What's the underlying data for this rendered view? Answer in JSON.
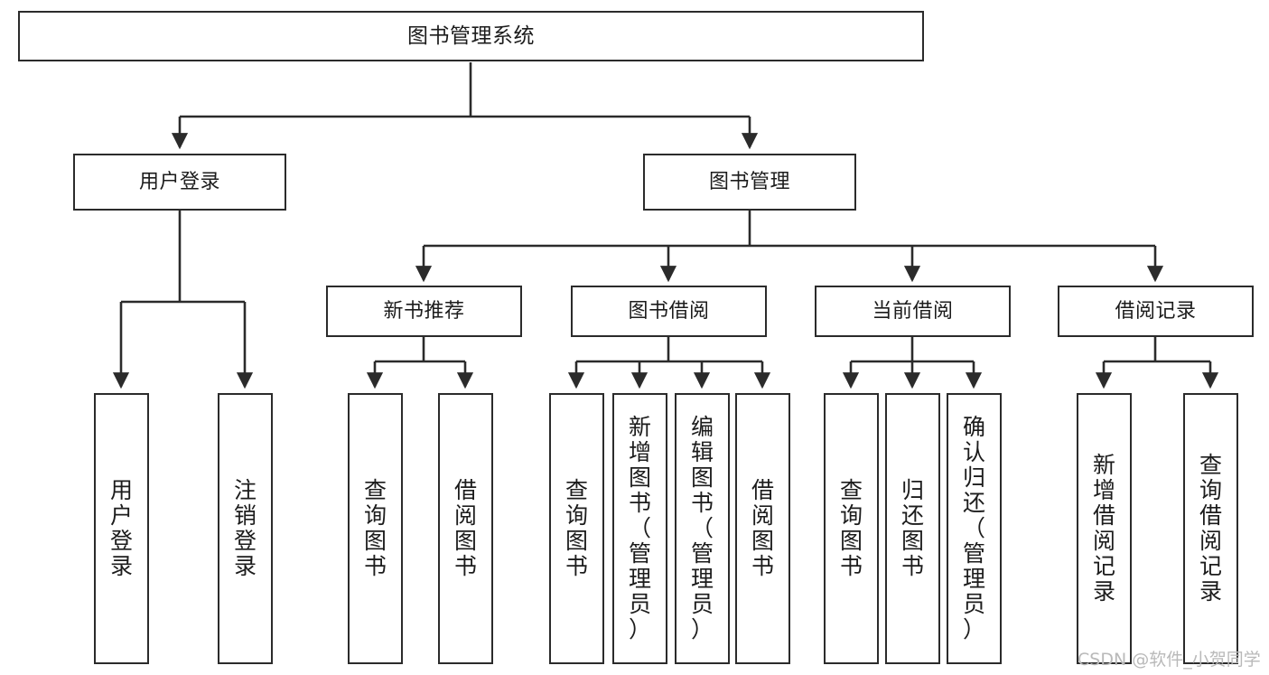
{
  "diagram": {
    "title": "图书管理系统",
    "type": "tree",
    "orientation": "top-down",
    "style": {
      "box_fill": "#ffffff",
      "box_border": "#2b2b2b",
      "connector": "#2b2b2b",
      "text": "#1c1c1c",
      "background": "#ffffff",
      "watermark_color": "#b9b9b9"
    },
    "root": {
      "id": "root",
      "label": "图书管理系统"
    },
    "level2": [
      {
        "id": "user-login",
        "label": "用户登录"
      },
      {
        "id": "book-manage",
        "label": "图书管理"
      }
    ],
    "level3": [
      {
        "id": "new-book-recommend",
        "label": "新书推荐",
        "parent": "book-manage"
      },
      {
        "id": "book-borrow",
        "label": "图书借阅",
        "parent": "book-manage"
      },
      {
        "id": "current-borrow",
        "label": "当前借阅",
        "parent": "book-manage"
      },
      {
        "id": "borrow-record",
        "label": "借阅记录",
        "parent": "book-manage"
      }
    ],
    "leaves": [
      {
        "id": "leaf-user-login",
        "label": "用户登录",
        "parent": "user-login"
      },
      {
        "id": "leaf-logout",
        "label": "注销登录",
        "parent": "user-login"
      },
      {
        "id": "leaf-query-book-1",
        "label": "查询图书",
        "parent": "new-book-recommend"
      },
      {
        "id": "leaf-borrow-book-1",
        "label": "借阅图书",
        "parent": "new-book-recommend"
      },
      {
        "id": "leaf-query-book-2",
        "label": "查询图书",
        "parent": "book-borrow"
      },
      {
        "id": "leaf-add-book",
        "label": "新增图书（管理员）",
        "parent": "book-borrow"
      },
      {
        "id": "leaf-edit-book",
        "label": "编辑图书（管理员）",
        "parent": "book-borrow"
      },
      {
        "id": "leaf-borrow-book-2",
        "label": "借阅图书",
        "parent": "book-borrow"
      },
      {
        "id": "leaf-query-book-3",
        "label": "查询图书",
        "parent": "current-borrow"
      },
      {
        "id": "leaf-return-book",
        "label": "归还图书",
        "parent": "current-borrow"
      },
      {
        "id": "leaf-confirm-return",
        "label": "确认归还（管理员）",
        "parent": "current-borrow"
      },
      {
        "id": "leaf-add-record",
        "label": "新增借阅记录",
        "parent": "borrow-record"
      },
      {
        "id": "leaf-query-record",
        "label": "查询借阅记录",
        "parent": "borrow-record"
      }
    ]
  },
  "watermark": {
    "text": "CSDN @软件_小贺同学"
  }
}
